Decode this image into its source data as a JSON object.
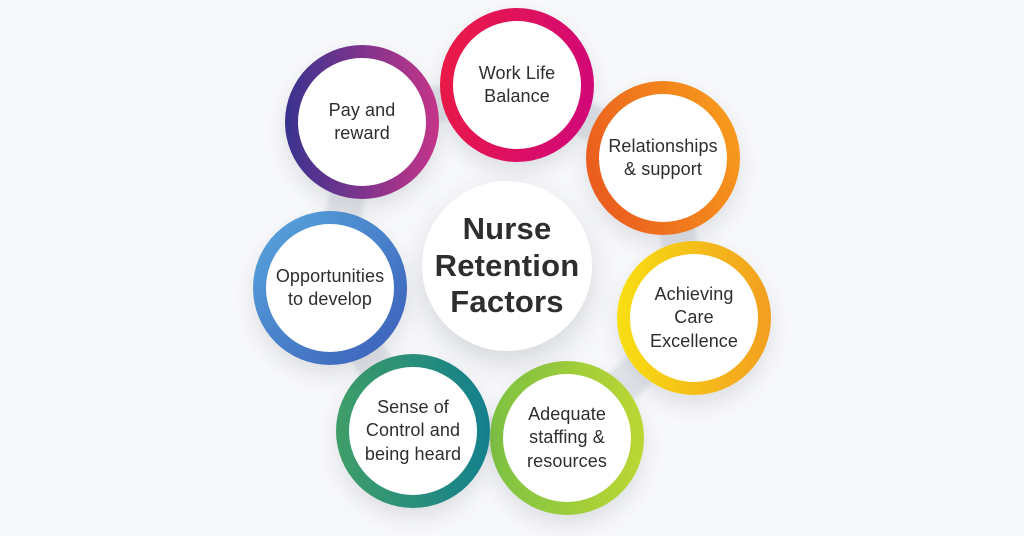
{
  "center": {
    "title": "Nurse Retention Factors"
  },
  "factors": [
    {
      "label": "Work Life Balance",
      "ring_colors": [
        "#ec1b43",
        "#cf067c"
      ],
      "gradient_angle": 100
    },
    {
      "label": "Relationships & support",
      "ring_colors": [
        "#e8531f",
        "#f9a21b"
      ],
      "gradient_angle": 70
    },
    {
      "label": "Achieving Care Excellence",
      "ring_colors": [
        "#f8df12",
        "#f29e1f"
      ],
      "gradient_angle": 90
    },
    {
      "label": "Adequate staffing & resources",
      "ring_colors": [
        "#7dc243",
        "#bcd733"
      ],
      "gradient_angle": 90
    },
    {
      "label": "Sense of Control and being heard",
      "ring_colors": [
        "#3f9e68",
        "#14808d"
      ],
      "gradient_angle": 90
    },
    {
      "label": "Opportunities to develop",
      "ring_colors": [
        "#58a8de",
        "#3b5cb8"
      ],
      "gradient_angle": 135
    },
    {
      "label": "Pay and reward",
      "ring_colors": [
        "#39338f",
        "#c53589"
      ],
      "gradient_angle": 90
    }
  ],
  "colors": {
    "background": "#f7f8fa",
    "connector": "#e4e6eb",
    "text": "#2e2e2e",
    "circle_fill": "#ffffff"
  }
}
